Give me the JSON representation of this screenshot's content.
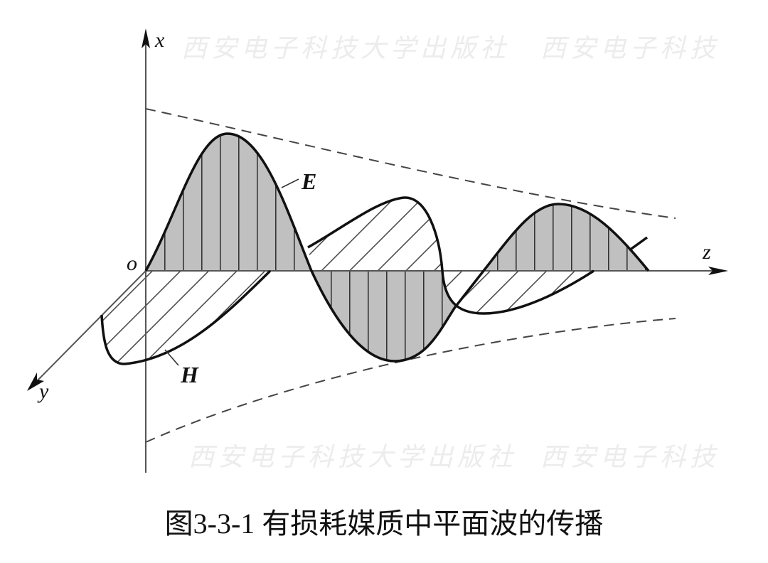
{
  "figure": {
    "caption": "图3-3-1  有损耗媒质中平面波的传播",
    "axis_labels": {
      "x": "x",
      "y": "y",
      "z": "z",
      "origin": "o"
    },
    "wave_labels": {
      "electric": "E",
      "magnetic": "H"
    },
    "watermark": [
      "西安电子科技大学出版社",
      "西安电子科技"
    ],
    "colors": {
      "fill_gray": "#c0c0c0",
      "line": "#111111",
      "dash": "#444444"
    }
  }
}
